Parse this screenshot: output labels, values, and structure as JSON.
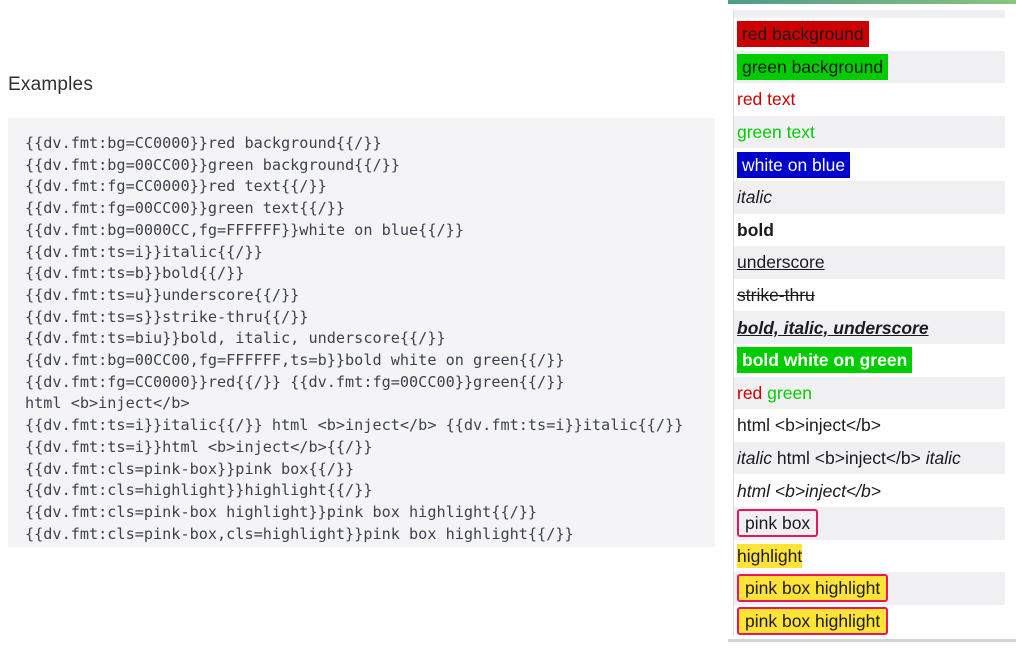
{
  "heading": "Examples",
  "code": {
    "lines": [
      "{{dv.fmt:bg=CC0000}}red background{{/}}",
      "{{dv.fmt:bg=00CC00}}green background{{/}}",
      "{{dv.fmt:fg=CC0000}}red text{{/}}",
      "{{dv.fmt:fg=00CC00}}green text{{/}}",
      "{{dv.fmt:bg=0000CC,fg=FFFFFF}}white on blue{{/}}",
      "{{dv.fmt:ts=i}}italic{{/}}",
      "{{dv.fmt:ts=b}}bold{{/}}",
      "{{dv.fmt:ts=u}}underscore{{/}}",
      "{{dv.fmt:ts=s}}strike-thru{{/}}",
      "{{dv.fmt:ts=biu}}bold, italic, underscore{{/}}",
      "{{dv.fmt:bg=00CC00,fg=FFFFFF,ts=b}}bold white on green{{/}}",
      "{{dv.fmt:fg=CC0000}}red{{/}} {{dv.fmt:fg=00CC00}}green{{/}}",
      "html <b>inject</b>",
      "{{dv.fmt:ts=i}}italic{{/}} html <b>inject</b> {{dv.fmt:ts=i}}italic{{/}}",
      "{{dv.fmt:ts=i}}html <b>inject</b>{{/}}",
      "{{dv.fmt:cls=pink-box}}pink box{{/}}",
      "{{dv.fmt:cls=highlight}}highlight{{/}}",
      "{{dv.fmt:cls=pink-box highlight}}pink box highlight{{/}}",
      "{{dv.fmt:cls=pink-box,cls=highlight}}pink box highlight{{/}}"
    ]
  },
  "output": {
    "rows": [
      [
        {
          "t": "red background",
          "bg": "#cc0000"
        }
      ],
      [
        {
          "t": "green background",
          "bg": "#00cc00"
        }
      ],
      [
        {
          "t": "red text",
          "fg": "#cc0000"
        }
      ],
      [
        {
          "t": "green text",
          "fg": "#00cc00"
        }
      ],
      [
        {
          "t": "white on blue",
          "bg": "#0000cc",
          "fg": "#ffffff"
        }
      ],
      [
        {
          "t": "italic",
          "i": true
        }
      ],
      [
        {
          "t": "bold",
          "b": true
        }
      ],
      [
        {
          "t": "underscore",
          "u": true
        }
      ],
      [
        {
          "t": "strike-thru",
          "s": true
        }
      ],
      [
        {
          "t": "bold, italic, underscore",
          "b": true,
          "i": true,
          "u": true
        }
      ],
      [
        {
          "t": "bold white on green",
          "bg": "#00cc00",
          "fg": "#ffffff",
          "b": true
        }
      ],
      [
        {
          "t": "red",
          "fg": "#cc0000"
        },
        {
          "t": " "
        },
        {
          "t": "green",
          "fg": "#00cc00"
        }
      ],
      [
        {
          "t": "html <b>inject</b>"
        }
      ],
      [
        {
          "t": "italic",
          "i": true
        },
        {
          "t": " html <b>inject</b> "
        },
        {
          "t": "italic",
          "i": true
        }
      ],
      [
        {
          "t": "html <b>inject</b>",
          "i": true
        }
      ],
      [
        {
          "t": "pink box",
          "box": true
        }
      ],
      [
        {
          "t": "highlight",
          "hl": true
        }
      ],
      [
        {
          "t": "pink box highlight",
          "box": true,
          "hl": true
        }
      ],
      [
        {
          "t": "pink box highlight",
          "box": true,
          "hl": true
        }
      ]
    ]
  },
  "palette": {
    "red": "#cc0000",
    "green": "#00cc00",
    "blue": "#0000cc",
    "white": "#ffffff",
    "highlight_yellow": "#ffe436",
    "pink_box_border": "#e8175d",
    "row_stripe": "#f0f0f3",
    "accent_gradient_start": "#4f9a8b",
    "accent_gradient_end": "#8ac47f",
    "code_background": "#f4f4f6",
    "code_text": "#3d424c"
  }
}
